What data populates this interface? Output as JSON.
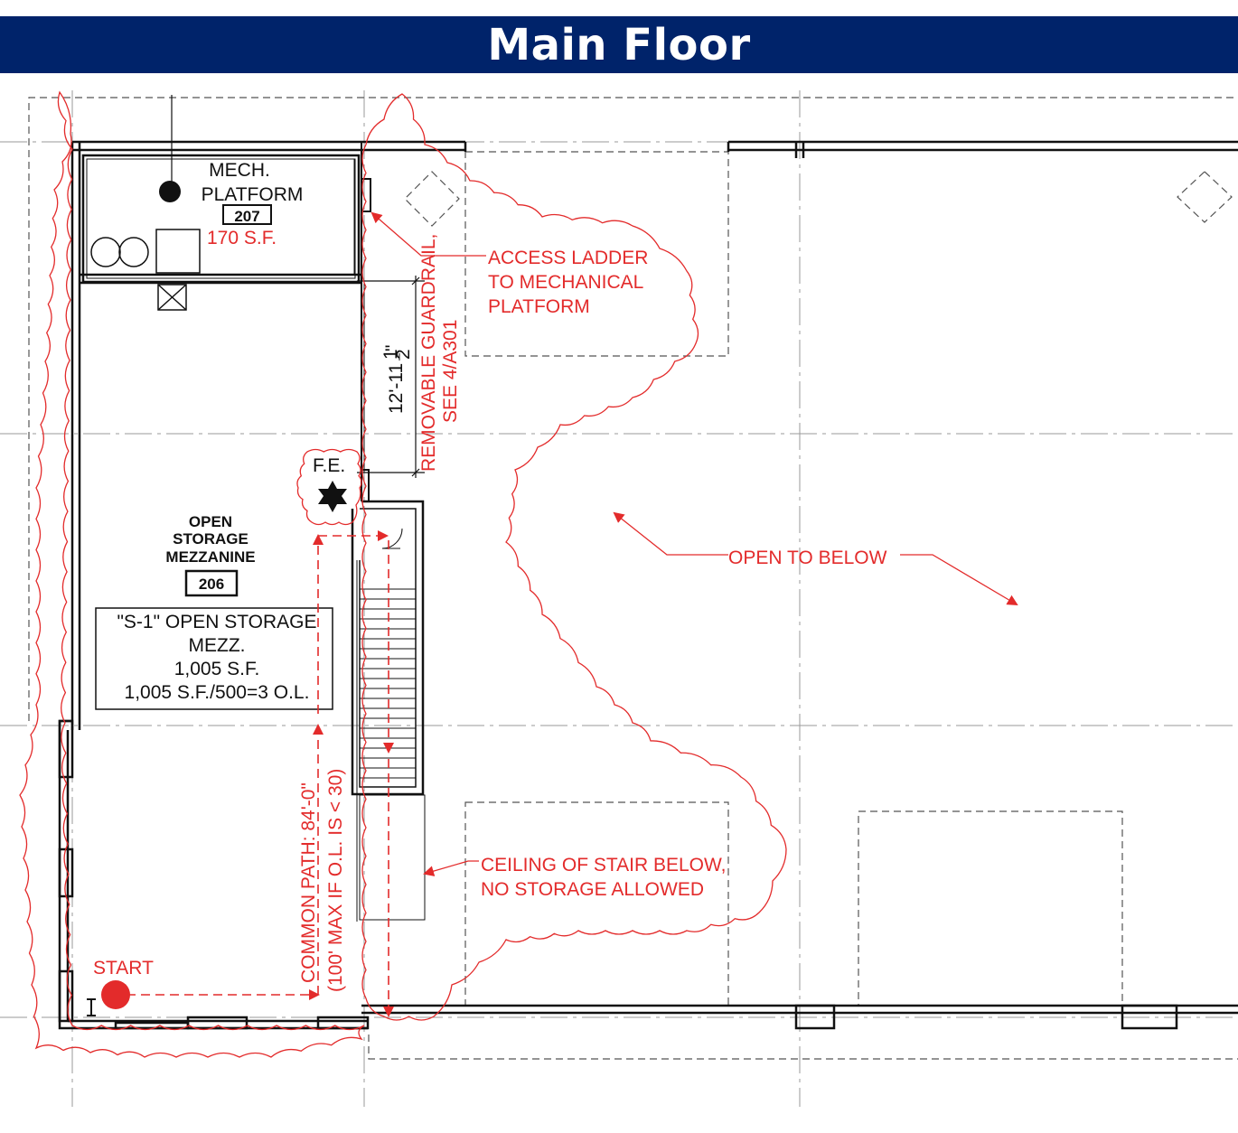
{
  "title": "Main Floor",
  "colors": {
    "title_bg": "#00236a",
    "title_text": "#ffffff",
    "annotation_red": "#e32b2b",
    "linework": "#111111",
    "gridline": "#9a9a9a"
  },
  "rooms": {
    "mech": {
      "line1": "MECH.",
      "line2": "PLATFORM",
      "number": "207",
      "area": "170 S.F."
    },
    "storage": {
      "line1": "OPEN",
      "line2": "STORAGE",
      "line3": "MEZZANINE",
      "number": "206"
    }
  },
  "occupancy_box": {
    "line1": "\"S-1\" OPEN STORAGE",
    "line2": "MEZZ.",
    "line3": "1,005 S.F.",
    "line4": "1,005 S.F./500=3 O.L."
  },
  "annotations": {
    "access_ladder": {
      "line1": "ACCESS LADDER",
      "line2": "TO MECHANICAL",
      "line3": "PLATFORM"
    },
    "open_to_below": "OPEN TO BELOW",
    "ceiling_stair": {
      "line1": "CEILING OF STAIR BELOW,",
      "line2": "NO STORAGE ALLOWED"
    },
    "common_path": {
      "line1": "COMMON PATH: 84'-0\"",
      "line2": "(100' MAX IF O.L. IS < 30)"
    },
    "start": "START",
    "fire_extinguisher": "F.E."
  },
  "dimension": {
    "value": "12'-11",
    "fraction_num": "1",
    "fraction_den": "2",
    "inch_mark": "\""
  },
  "guardrail_note": {
    "line1": "REMOVABLE GUARDRAIL,",
    "line2": "SEE 4/A301"
  }
}
